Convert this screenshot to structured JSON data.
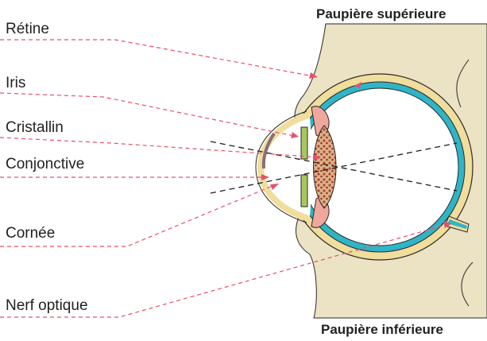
{
  "labels": {
    "retine": "Rétine",
    "iris": "Iris",
    "cristallin": "Cristallin",
    "conjonctive": "Conjonctive",
    "cornee": "Cornée",
    "nerf_optique": "Nerf optique",
    "paupiere_superieure": "Paupière supérieure",
    "paupiere_inferieure": "Paupière inférieure"
  },
  "colors": {
    "leader_line": "#e8506a",
    "arrow": "#e8506a",
    "skin": "#ece2c4",
    "sclera_rim": "#f1dd9c",
    "retina": "#2fb5c6",
    "iris": "#a8c75f",
    "lens": "#b9472e",
    "muscle": "#f0a89c",
    "outline": "#1e1e1e"
  }
}
